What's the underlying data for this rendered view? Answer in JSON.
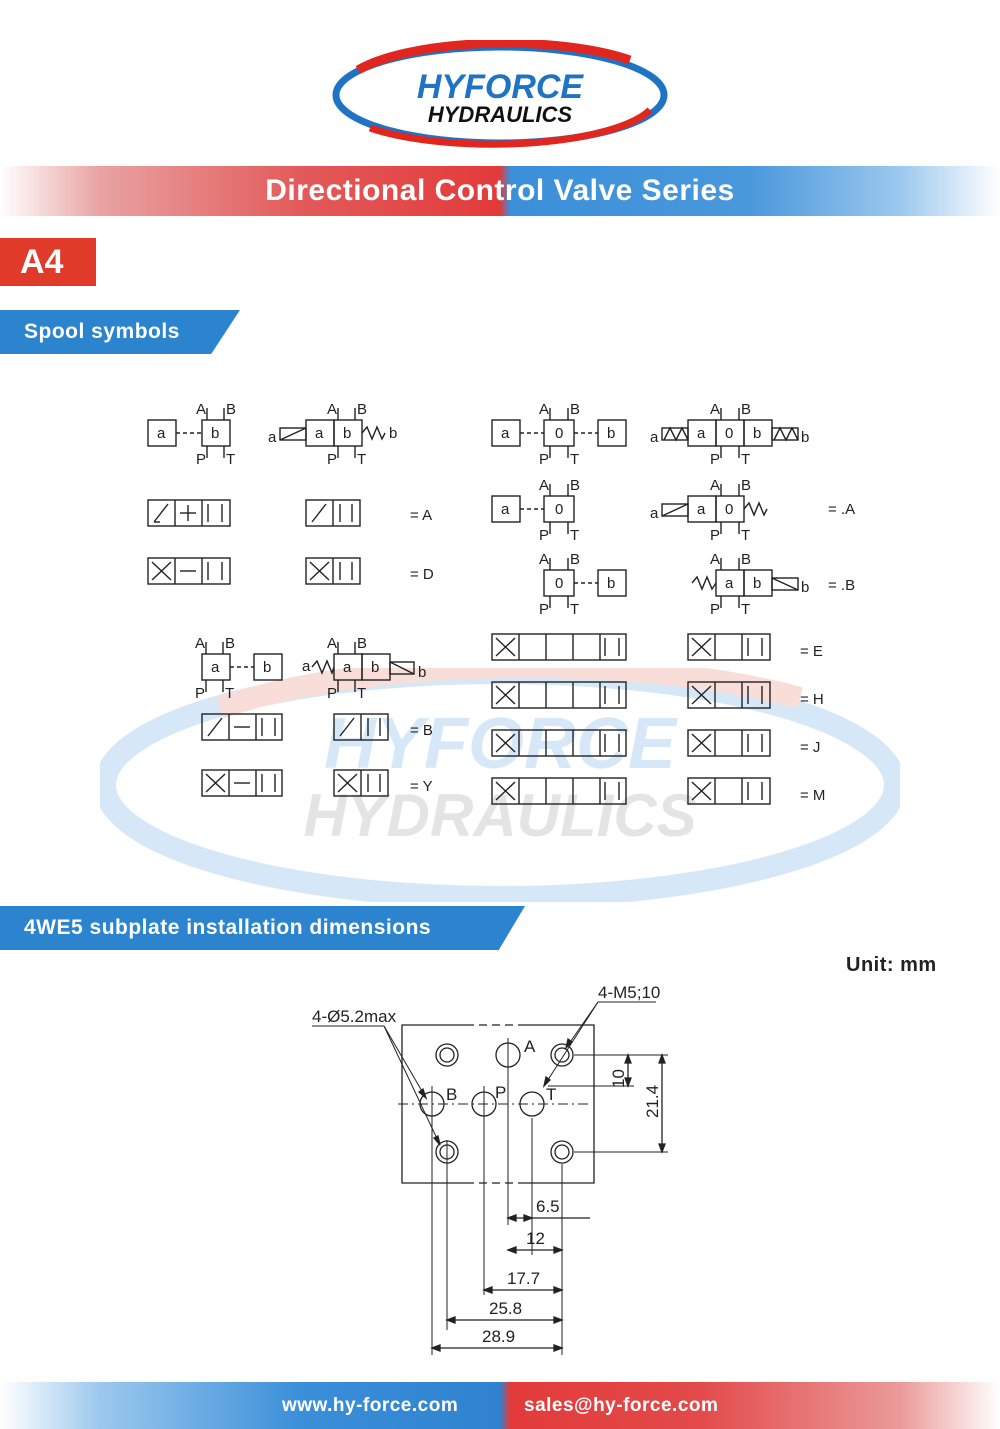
{
  "logo": {
    "line1": "HYFORCE",
    "line2": "HYDRAULICS",
    "red": "#e0261f",
    "blue": "#1f73c4"
  },
  "banner": {
    "title": "Directional Control Valve Series"
  },
  "badge": {
    "model": "A4"
  },
  "spool": {
    "heading": "Spool symbols",
    "port_labels": {
      "a": "a",
      "b": "b",
      "zero": "0",
      "A": "A",
      "B": "B",
      "P": "P",
      "T": "T"
    },
    "codes": [
      "= A",
      "= D",
      "= .A",
      "= .B",
      "= B",
      "= Y",
      "= E",
      "= H",
      "= J",
      "= M"
    ]
  },
  "dims": {
    "heading": "4WE5 subplate installation dimensions",
    "unit": "Unit: mm",
    "callouts": {
      "holes": "4-Ø5.2max",
      "threads": "4-M5;10"
    },
    "ports": {
      "A": "A",
      "B": "B",
      "P": "P",
      "T": "T"
    },
    "values": {
      "v10": "10",
      "v21_4": "21.4",
      "v6_5": "6.5",
      "v12": "12",
      "v17_7": "17.7",
      "v25_8": "25.8",
      "v28_9": "28.9"
    }
  },
  "footer": {
    "website": "www.hy-force.com",
    "email": "sales@hy-force.com"
  }
}
